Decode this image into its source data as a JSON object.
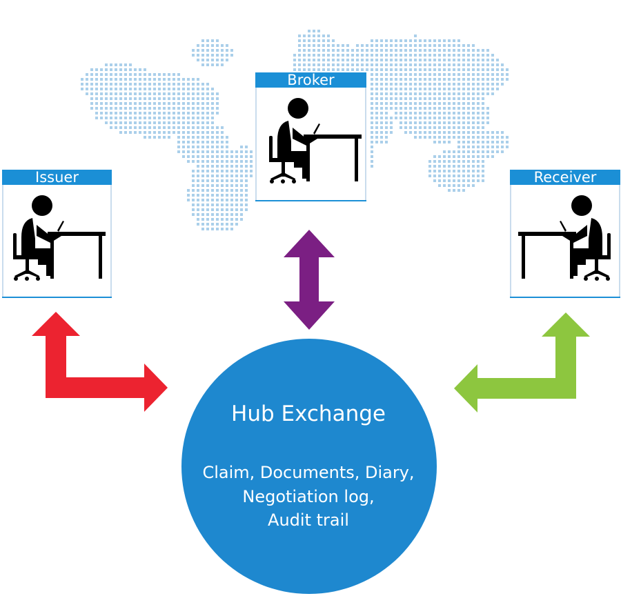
{
  "colors": {
    "accent": "#1b8fd6",
    "hub": "#1e88cf",
    "map": "#aacfea",
    "issuer_arrow": "#ec2330",
    "broker_arrow": "#7b1f83",
    "receiver_arrow": "#8dc63f",
    "figure": "#000000"
  },
  "parties": {
    "issuer": {
      "label": "Issuer",
      "icon": "person-at-desk-icon"
    },
    "broker": {
      "label": "Broker",
      "icon": "person-at-desk-icon"
    },
    "receiver": {
      "label": "Receiver",
      "icon": "person-at-desk-icon"
    }
  },
  "hub": {
    "title": "Hub Exchange",
    "details": [
      "Claim, Documents, Diary,",
      "Negotiation log,",
      "Audit trail"
    ]
  },
  "background": {
    "icon": "dotted-world-map-icon"
  }
}
